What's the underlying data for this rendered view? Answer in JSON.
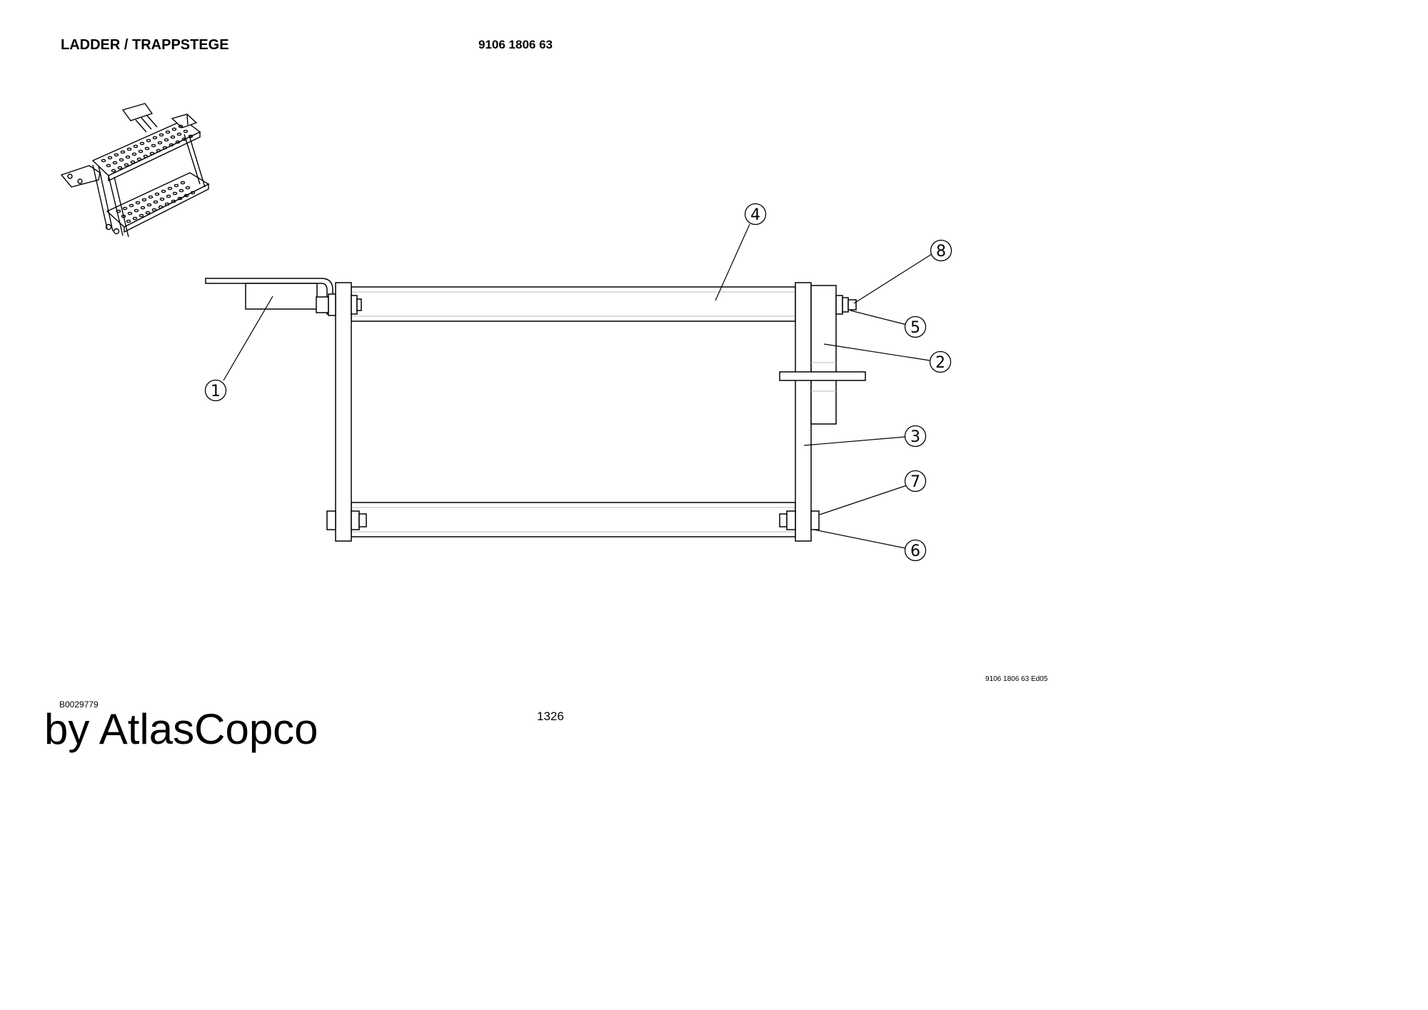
{
  "header": {
    "title": "LADDER / TRAPPSTEGE",
    "part_number": "9106 1806 63"
  },
  "footer": {
    "edition": "9106 1806 63 Ed05",
    "drawing_id": "B0029779",
    "page_number": "1326",
    "brand": "by AtlasCopco"
  },
  "balloons": [
    "1",
    "2",
    "3",
    "4",
    "5",
    "6",
    "7",
    "8"
  ]
}
